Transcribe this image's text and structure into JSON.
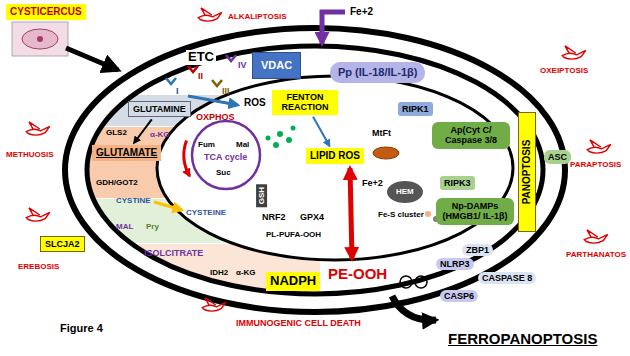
{
  "diagram": {
    "nodes": [
      {
        "text": [
          "CYSTICERCUS"
        ]
      },
      {
        "text": [
          "VDAC"
        ]
      },
      {
        "text": [
          "Pp (IL-18/IL-1β)"
        ]
      },
      {
        "text": [
          "GLUTAMINE"
        ]
      },
      {
        "text": [
          "FENTON REACTION"
        ]
      },
      {
        "text": [
          "RIPK1"
        ]
      },
      {
        "text": [
          "Ap(Cyt C/ Caspase 3/8"
        ]
      },
      {
        "text": [
          "LIPID ROS"
        ]
      },
      {
        "text": [
          "GLUTAMATE"
        ]
      },
      {
        "text": [
          "ASC"
        ]
      },
      {
        "text": [
          "RIPK3"
        ]
      },
      {
        "text": [
          "PANOPTOSIS"
        ]
      },
      {
        "text": [
          "Np-DAMPs (HMGB1/ IL-1β)"
        ]
      },
      {
        "text": [
          "SLCJA2"
        ]
      },
      {
        "text": [
          "ZBP1"
        ]
      },
      {
        "text": [
          "NLRP3"
        ]
      },
      {
        "text": [
          "NADPH"
        ]
      },
      {
        "text": [
          "CASPASE 8"
        ]
      },
      {
        "text": [
          "CASP6"
        ]
      }
    ],
    "edges": [
      {
        "from": 3,
        "to": 8,
        "arrow": "to"
      },
      {
        "from": 4,
        "to": 7,
        "arrow": "to"
      }
    ],
    "labels": [
      "ALKALIPTOSIS",
      "OXEIPTOSIS",
      "PARAPTOSIS",
      "PARTHANATOS",
      "METHUOSIS",
      "EREBOSIS",
      "IMMUNOGENIC CELL DEATH",
      "Figure 4",
      "FERROPANOPTOSIS",
      "ETC",
      "I",
      "II",
      "III",
      "IV",
      "Fe+2",
      "GLS2",
      "GDH/GOT2",
      "α-KG",
      "OXPHOS",
      "ROS",
      "Fum",
      "Mal",
      "TCA cycle",
      "Suc",
      "MtFt",
      "Fe+2",
      "HEM",
      "Fe-S cluster",
      "GSH",
      "NRF2",
      "GPX4",
      "PL-PUFA-OOH",
      "PE-OOH",
      "CYSTINE",
      "CYSTEINE",
      "MAL",
      "Pry",
      "ISOLCITRATE",
      "IDH2",
      "α-KG"
    ]
  }
}
